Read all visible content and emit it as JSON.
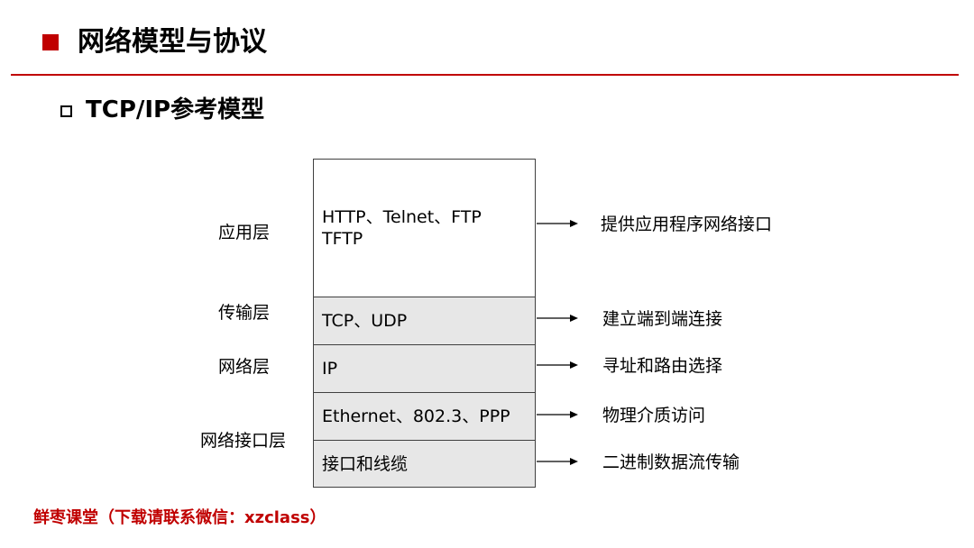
{
  "header": {
    "title": "网络模型与协议",
    "subtitle": "TCP/IP参考模型"
  },
  "diagram": {
    "layers": [
      {
        "name": "应用层",
        "protocols_line1": "HTTP、Telnet、FTP",
        "protocols_line2": "TFTP",
        "desc": "提供应用程序网络接口"
      },
      {
        "name": "传输层",
        "protocols": "TCP、UDP",
        "desc": "建立端到端连接"
      },
      {
        "name": "网络层",
        "protocols": "IP",
        "desc": "寻址和路由选择"
      },
      {
        "name": "网络接口层",
        "protocols_a": "Ethernet、802.3、PPP",
        "desc_a": "物理介质访问",
        "protocols_b": "接口和线缆",
        "desc_b": "二进制数据流传输"
      }
    ]
  },
  "footer": {
    "text": "鲜枣课堂（下载请联系微信：xzclass）"
  },
  "colors": {
    "accent": "#c00000",
    "cell_gray": "#e7e7e7",
    "border": "#404040"
  }
}
